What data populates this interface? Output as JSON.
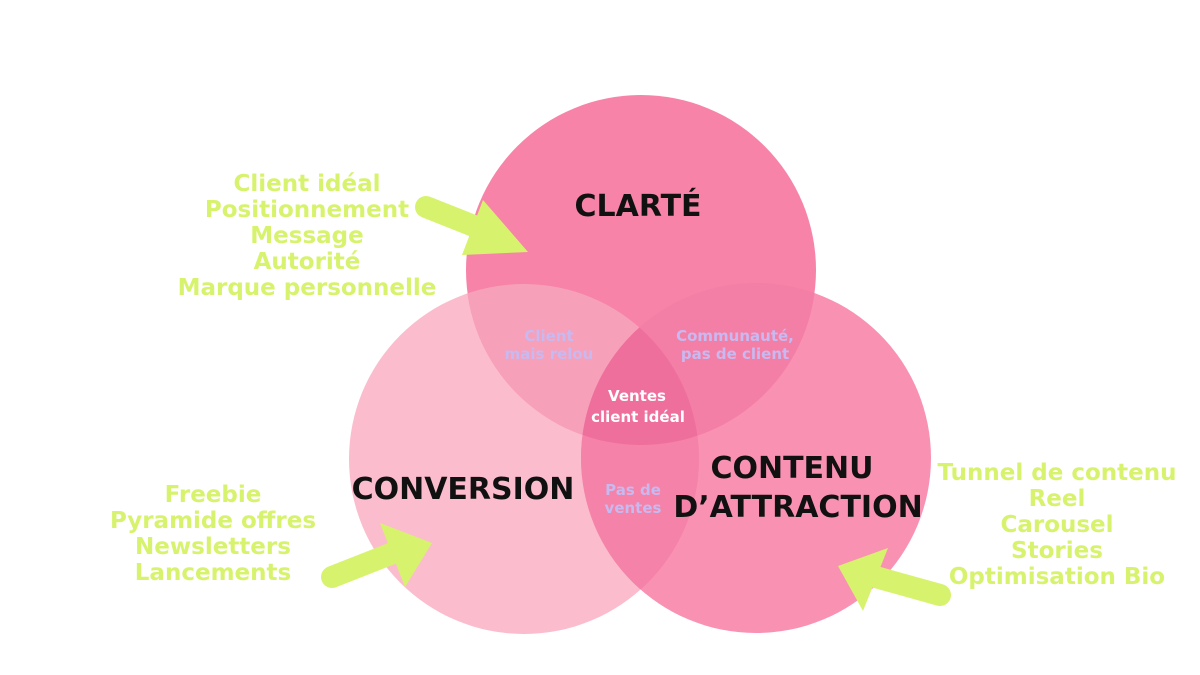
{
  "colors": {
    "clarte": "#f77fa5",
    "conversion": "#fbbccd",
    "contenu": "#f991b3",
    "accent": "#d7f36d",
    "overlap_text": "#c8b9f0",
    "center_text": "#ffffff",
    "title_text": "#111111"
  },
  "circles": {
    "clarte": {
      "title": "CLARTÉ"
    },
    "conversion": {
      "title": "CONVERSION"
    },
    "contenu": {
      "title_line1": "CONTENU",
      "title_line2": "D’ATTRACTION"
    }
  },
  "intersections": {
    "clarte_conversion": {
      "line1": "Client",
      "line2": "mais relou"
    },
    "clarte_contenu": {
      "line1": "Communauté,",
      "line2": "pas de client"
    },
    "conversion_contenu": {
      "line1": "Pas de",
      "line2": "ventes"
    },
    "center": {
      "line1": "Ventes",
      "line2": "client idéal"
    }
  },
  "lists": {
    "clarte": [
      "Client idéal",
      "Positionnement",
      "Message",
      "Autorité",
      "Marque personnelle"
    ],
    "conversion": [
      "Freebie",
      "Pyramide offres",
      "Newsletters",
      "Lancements"
    ],
    "contenu": [
      "Tunnel de contenu",
      "Reel",
      "Carousel",
      "Stories",
      "Optimisation Bio"
    ]
  },
  "arrows": {
    "clarte": "arrow-right-down-icon",
    "conversion": "arrow-right-up-icon",
    "contenu": "arrow-left-up-icon"
  }
}
